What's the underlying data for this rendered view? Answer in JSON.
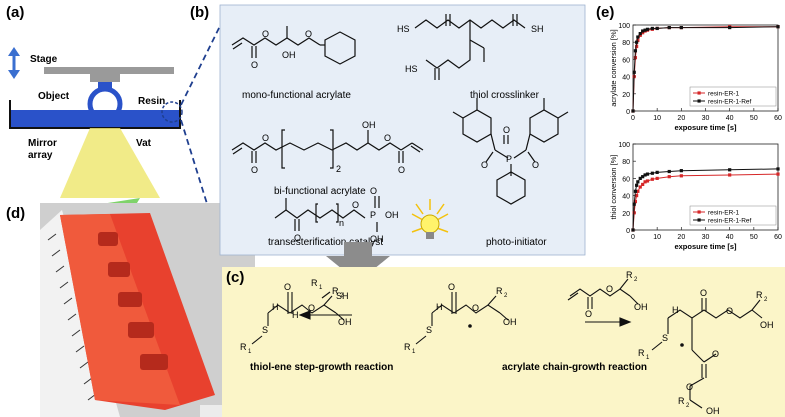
{
  "panels": {
    "a": {
      "tag": "(a)",
      "labels": {
        "stage": "Stage",
        "object": "Object",
        "resin": "Resin",
        "mirror": "Mirror\narray",
        "vat": "Vat"
      }
    },
    "b": {
      "tag": "(b)",
      "labels": {
        "mono": "mono-functional acrylate",
        "thiol": "thiol crosslinker",
        "bi": "bi-functional acrylate",
        "trans": "transesterification catalyst",
        "photo": "photo-initiator"
      },
      "atoms": {
        "o": "O",
        "oh": "OH",
        "hs": "HS",
        "sh": "SH",
        "p": "P",
        "n": "n",
        "two": "2"
      }
    },
    "c": {
      "tag": "(c)",
      "labels": {
        "thiol_ene": "thiol-ene step-growth reaction",
        "acrylate": "acrylate chain-growth reaction"
      },
      "atoms": {
        "r1": "R",
        "r2": "R",
        "sub1": "1",
        "sub2": "2",
        "s": "S",
        "h": "H",
        "sh": "SH",
        "oh": "OH",
        "o": "O"
      }
    },
    "d": {
      "tag": "(d)"
    },
    "e": {
      "tag": "(e)"
    }
  },
  "chart_data": [
    {
      "type": "line",
      "ylabel": "acrylate conversion [%]",
      "xlabel": "exposure time [s]",
      "xlim": [
        0,
        60
      ],
      "ylim": [
        0,
        100
      ],
      "xticks": [
        0,
        10,
        20,
        30,
        40,
        50,
        60
      ],
      "yticks": [
        0,
        20,
        40,
        60,
        80,
        100
      ],
      "legend": "bottom-right",
      "series": [
        {
          "name": "resin-ER-1",
          "color": "#d62728",
          "x": [
            0,
            0.5,
            1,
            1.5,
            2,
            3,
            4,
            5,
            6,
            8,
            10,
            15,
            20,
            40,
            60
          ],
          "y": [
            0,
            40,
            62,
            75,
            82,
            88,
            91,
            93,
            94,
            95,
            96,
            97,
            97,
            98,
            98
          ]
        },
        {
          "name": "resin-ER-1-Ref",
          "color": "#111111",
          "x": [
            0,
            0.5,
            1,
            1.5,
            2,
            3,
            4,
            5,
            6,
            8,
            10,
            15,
            20,
            40,
            60
          ],
          "y": [
            0,
            45,
            70,
            80,
            86,
            90,
            93,
            94,
            95,
            96,
            96,
            97,
            97,
            97,
            98
          ]
        }
      ]
    },
    {
      "type": "line",
      "ylabel": "thiol conversion [%]",
      "xlabel": "exposure time [s]",
      "xlim": [
        0,
        60
      ],
      "ylim": [
        0,
        100
      ],
      "xticks": [
        0,
        10,
        20,
        30,
        40,
        50,
        60
      ],
      "yticks": [
        0,
        20,
        40,
        60,
        80,
        100
      ],
      "legend": "bottom-right",
      "series": [
        {
          "name": "resin-ER-1",
          "color": "#d62728",
          "x": [
            0,
            0.5,
            1,
            1.5,
            2,
            3,
            4,
            5,
            6,
            8,
            10,
            15,
            20,
            40,
            60
          ],
          "y": [
            0,
            20,
            33,
            40,
            45,
            50,
            53,
            56,
            57,
            59,
            60,
            62,
            63,
            64,
            65
          ]
        },
        {
          "name": "resin-ER-1-Ref",
          "color": "#111111",
          "x": [
            0,
            0.5,
            1,
            1.5,
            2,
            3,
            4,
            5,
            6,
            8,
            10,
            15,
            20,
            40,
            60
          ],
          "y": [
            0,
            30,
            45,
            52,
            56,
            60,
            62,
            64,
            65,
            66,
            67,
            68,
            69,
            70,
            71
          ]
        }
      ]
    }
  ],
  "colors": {
    "panel_b_bg": "#e7eef7",
    "panel_c_bg": "#fbf5c8",
    "dashed": "#1f3f8f",
    "vat": "#2a52c9",
    "light": "#e8e04a",
    "object": "#5aa34b",
    "arrow_gray": "#8c8c8c"
  }
}
